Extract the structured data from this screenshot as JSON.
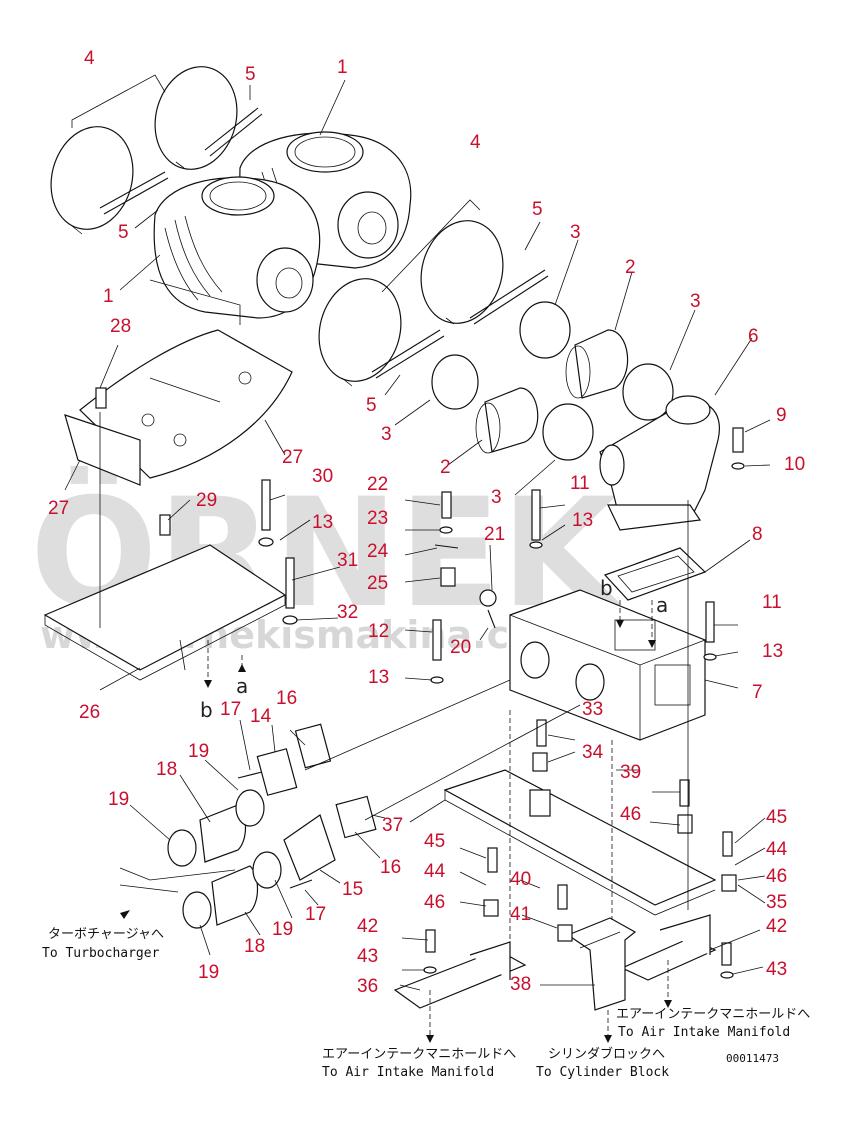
{
  "watermark": {
    "brand": "ÖRNEK",
    "url": "www.ornekismakina.com.tr"
  },
  "callouts": [
    {
      "id": "c1",
      "label": "1"
    },
    {
      "id": "c2",
      "label": "1"
    },
    {
      "id": "c3",
      "label": "2"
    },
    {
      "id": "c4",
      "label": "2"
    },
    {
      "id": "c5",
      "label": "3"
    },
    {
      "id": "c6",
      "label": "3"
    },
    {
      "id": "c7",
      "label": "3"
    },
    {
      "id": "c8",
      "label": "3"
    },
    {
      "id": "c9",
      "label": "4"
    },
    {
      "id": "c10",
      "label": "4"
    },
    {
      "id": "c11",
      "label": "5"
    },
    {
      "id": "c12",
      "label": "5"
    },
    {
      "id": "c13",
      "label": "5"
    },
    {
      "id": "c14",
      "label": "5"
    },
    {
      "id": "c15",
      "label": "6"
    },
    {
      "id": "c16",
      "label": "7"
    },
    {
      "id": "c17",
      "label": "8"
    },
    {
      "id": "c18",
      "label": "9"
    },
    {
      "id": "c19",
      "label": "10"
    },
    {
      "id": "c20",
      "label": "11"
    },
    {
      "id": "c21",
      "label": "11"
    },
    {
      "id": "c22",
      "label": "12"
    },
    {
      "id": "c23",
      "label": "13"
    },
    {
      "id": "c24",
      "label": "13"
    },
    {
      "id": "c25",
      "label": "13"
    },
    {
      "id": "c26",
      "label": "13"
    },
    {
      "id": "c27",
      "label": "14"
    },
    {
      "id": "c28",
      "label": "15"
    },
    {
      "id": "c29",
      "label": "16"
    },
    {
      "id": "c30",
      "label": "16"
    },
    {
      "id": "c31",
      "label": "17"
    },
    {
      "id": "c32",
      "label": "17"
    },
    {
      "id": "c33",
      "label": "18"
    },
    {
      "id": "c34",
      "label": "18"
    },
    {
      "id": "c35",
      "label": "19"
    },
    {
      "id": "c36",
      "label": "19"
    },
    {
      "id": "c37",
      "label": "19"
    },
    {
      "id": "c38",
      "label": "19"
    },
    {
      "id": "c39",
      "label": "20"
    },
    {
      "id": "c40",
      "label": "21"
    },
    {
      "id": "c41",
      "label": "22"
    },
    {
      "id": "c42",
      "label": "23"
    },
    {
      "id": "c43",
      "label": "24"
    },
    {
      "id": "c44",
      "label": "25"
    },
    {
      "id": "c45",
      "label": "26"
    },
    {
      "id": "c46",
      "label": "27"
    },
    {
      "id": "c47",
      "label": "27"
    },
    {
      "id": "c48",
      "label": "28"
    },
    {
      "id": "c49",
      "label": "29"
    },
    {
      "id": "c50",
      "label": "30"
    },
    {
      "id": "c51",
      "label": "31"
    },
    {
      "id": "c52",
      "label": "32"
    },
    {
      "id": "c53",
      "label": "33"
    },
    {
      "id": "c54",
      "label": "34"
    },
    {
      "id": "c55",
      "label": "35"
    },
    {
      "id": "c56",
      "label": "36"
    },
    {
      "id": "c57",
      "label": "37"
    },
    {
      "id": "c58",
      "label": "38"
    },
    {
      "id": "c59",
      "label": "39"
    },
    {
      "id": "c60",
      "label": "40"
    },
    {
      "id": "c61",
      "label": "41"
    },
    {
      "id": "c62",
      "label": "42"
    },
    {
      "id": "c63",
      "label": "42"
    },
    {
      "id": "c64",
      "label": "43"
    },
    {
      "id": "c65",
      "label": "43"
    },
    {
      "id": "c66",
      "label": "44"
    },
    {
      "id": "c67",
      "label": "44"
    },
    {
      "id": "c68",
      "label": "45"
    },
    {
      "id": "c69",
      "label": "45"
    },
    {
      "id": "c70",
      "label": "46"
    },
    {
      "id": "c71",
      "label": "46"
    },
    {
      "id": "c72",
      "label": "46"
    }
  ],
  "view_letters": [
    "b",
    "a",
    "a",
    "b"
  ],
  "destinations": {
    "turbocharger": {
      "jp": "ターボチャージャへ",
      "en": "To Turbocharger"
    },
    "manifold_left": {
      "jp": "エアーインテークマニホールドへ",
      "en": "To Air Intake Manifold"
    },
    "cylinder_block": {
      "jp": "シリンダブロックへ",
      "en": "To Cylinder Block"
    },
    "manifold_right": {
      "jp": "エアーインテークマニホールドへ",
      "en": "To Air Intake Manifold"
    }
  },
  "drawing_ref": "00011473",
  "colors": {
    "callout": "#c8102e",
    "line": "#111111",
    "watermark": "#b8b8b8"
  }
}
